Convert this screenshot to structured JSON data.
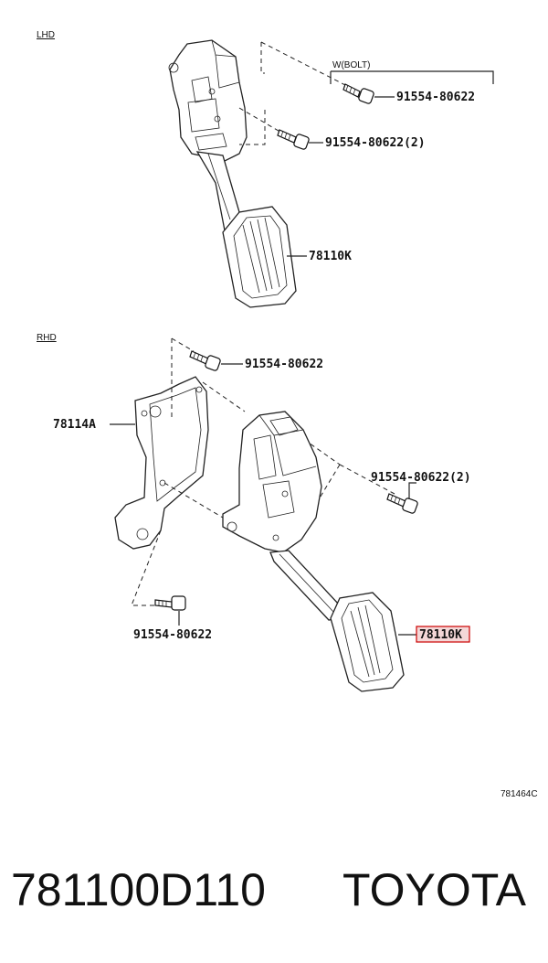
{
  "sections": {
    "lhd": "LHD",
    "rhd": "RHD"
  },
  "lhd": {
    "note_w_bolt": "W(BOLT)",
    "bolt_label_1": "91554-80622",
    "bolt_label_2": "91554-80622(2)",
    "pedal_label": "78110K"
  },
  "rhd": {
    "bolt_label_top": "91554-80622",
    "bracket_label": "78114A",
    "bolt_label_right": "91554-80622(2)",
    "bolt_label_bottom": "91554-80622",
    "pedal_label": "78110K"
  },
  "highlight_color": "#cc0000",
  "diagram_code": "781464C",
  "footer": {
    "part_number": "781100D110",
    "brand": "TOYOTA"
  }
}
